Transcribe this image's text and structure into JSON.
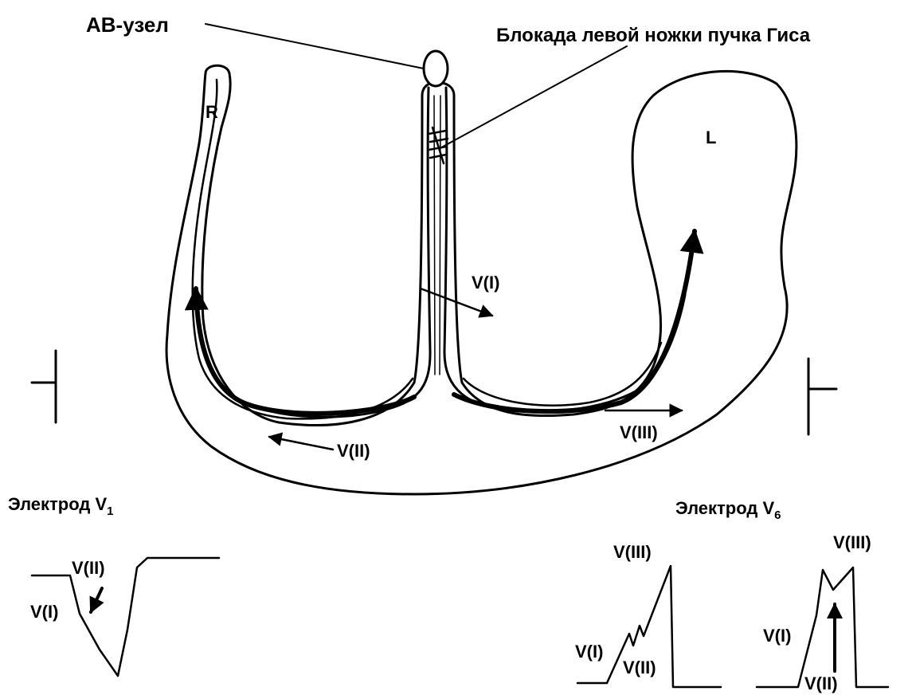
{
  "labels": {
    "av_node": "АВ-узел",
    "lbbb": "Блокада левой ножки пучка Гиса",
    "right": "R",
    "left": "L",
    "v1_vec": "V(I)",
    "v2_vec": "V(II)",
    "v3_vec": "V(III)",
    "electrode_v1": "Электрод V",
    "electrode_v1_sub": "1",
    "electrode_v6": "Электрод V",
    "electrode_v6_sub": "6",
    "ecg1_v2": "V(II)",
    "ecg1_v1": "V(I)",
    "ecg2_v3": "V(III)",
    "ecg2_v1": "V(I)",
    "ecg2_v2": "V(II)",
    "ecg3_v3": "V(III)",
    "ecg3_v1": "V(I)",
    "ecg3_v2": "V(II)"
  },
  "colors": {
    "ink": "#000000",
    "paper": "#ffffff"
  }
}
